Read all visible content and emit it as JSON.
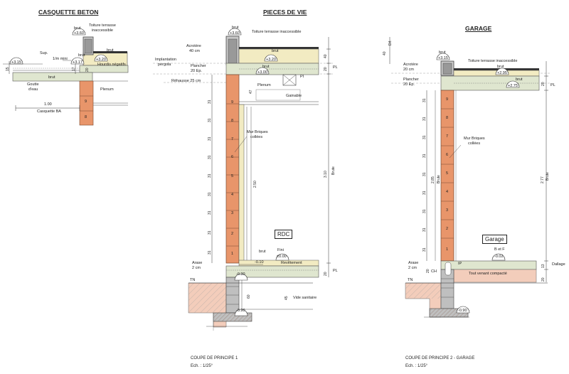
{
  "titles": {
    "casquette": "CASQUETTE BETON",
    "pieces": "PIECES DE VIE",
    "garage": "GARAGE"
  },
  "casquette": {
    "brut": "brut",
    "toiture_1": "Toiture terrasse",
    "toiture_2": "inaccessible",
    "lvl_360": "+3.60",
    "lvl_320": "+3.20",
    "lvl_317": "+3.17",
    "lvl_315": "+3.15",
    "brut2": "brut",
    "brut3": "brut",
    "hourdis": "Hourdis négatifs",
    "sup": "Sup.",
    "pente": "1/m mini",
    "dim15": "15",
    "dim17": "17",
    "dim20": "20",
    "goutte_1": "Goutte",
    "goutte_2": "d'eau",
    "plenum": "Plenum",
    "rows": [
      "9",
      "8"
    ],
    "dim100": "1.00",
    "casquette_ba": "Casquette BA"
  },
  "coupe1": {
    "acrotere_1": "Acrotère",
    "acrotere_2": "40 cm",
    "implant_1": "Implantation",
    "implant_2": "pergola",
    "plancher_1": "Plancher",
    "plancher_2": "20 Ep.",
    "rehausse": "Réhausse 25 cm",
    "lvl_360": "+3.60",
    "lvl_320": "+3.20",
    "lvl_300": "+3.00",
    "brut": "brut",
    "toiture": "Toiture terrasse inaccessible",
    "pi": "PI",
    "plenum": "Plenum",
    "gaine": "Gainable",
    "dim47": "47",
    "dim40": "40",
    "dim20a": "20",
    "pl": "PL",
    "courses": [
      "9",
      "8",
      "7",
      "6",
      "5",
      "4",
      "3",
      "2",
      "1"
    ],
    "course_h": "31",
    "mur_1": "Mur Briques",
    "mur_2": "collées",
    "dim250": "2.50",
    "dim310": "3.10",
    "brute": "Brute",
    "rdc": "RDC",
    "brut_rdc": "brut",
    "fini": "Fini",
    "lvl_000": "±0.00",
    "lvl_010": "-0.10",
    "revetement": "Revêtement",
    "dim20b": "20",
    "arase_1": "Arase",
    "arase_2": "2 cm",
    "lvl_030": "-0.30",
    "tn": "TN",
    "dim60": "60",
    "dim45": "45",
    "vide": "Vide sanitaire",
    "lvl_090": "-0.90",
    "pl2": "PL",
    "caption": "COUPE DE PRINCIPE 1",
    "scale": "Ech. : 1/25°"
  },
  "coupe2": {
    "dif": "Dif.",
    "dim40": "40",
    "acrotere_1": "Acrotère",
    "acrotere_2": "20 cm",
    "lvl_315": "+3.15",
    "brut": "brut",
    "toiture": "Toiture terrasse inaccessible",
    "brut2": "brut",
    "lvl_295": "+2.95",
    "lvl_275": "+2.75",
    "plancher_1": "Plancher",
    "plancher_2": "20 Ep.",
    "dim20": "20",
    "pl": "PL",
    "courses": [
      "9",
      "8",
      "7",
      "6",
      "5",
      "4",
      "3",
      "2",
      "1"
    ],
    "course_h": "31",
    "mur_1": "Mur Briques",
    "mur_2": "collées",
    "dim285": "2.85",
    "brute1": "Brute",
    "dim277": "2.77",
    "brute2": "Brute",
    "garage": "Garage",
    "betf": "B et F",
    "lvl_002": "-0.02",
    "dallage": "Dallage",
    "dim20b": "20",
    "dim13": "13",
    "arase_1": "Arase",
    "arase_2": "2 cm",
    "ch": "CH",
    "ip": "IP",
    "tout_venant": "Tout venant compacté",
    "tn": "TN",
    "lvl_090": "-0.90",
    "dim20c": "20",
    "caption": "COUPE DE PRINCIPE 2 - GARAGE",
    "scale": "Ech. : 1/25°"
  }
}
